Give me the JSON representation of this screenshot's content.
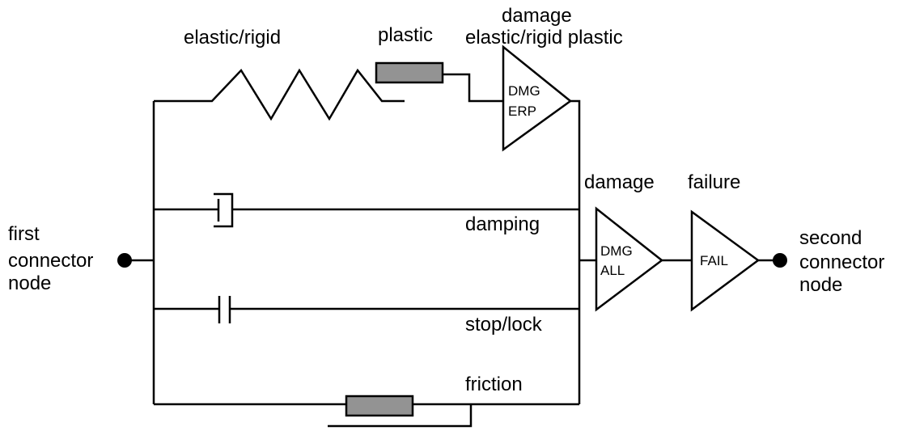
{
  "labels": {
    "elastic_rigid": "elastic/rigid",
    "plastic": "plastic",
    "damage_erp_line1": "damage",
    "damage_erp_line2": "elastic/rigid plastic",
    "damage": "damage",
    "failure": "failure",
    "damping": "damping",
    "stop_lock": "stop/lock",
    "friction": "friction",
    "first_node": [
      "first",
      "connector",
      "node"
    ],
    "second_node": [
      "second",
      "connector",
      "node"
    ]
  },
  "blocks": {
    "dmg_erp": [
      "DMG",
      "ERP"
    ],
    "dmg_all": [
      "DMG",
      "ALL"
    ],
    "fail": [
      "FAIL"
    ]
  },
  "colors": {
    "line": "#000000",
    "pad_fill": "#939393"
  }
}
